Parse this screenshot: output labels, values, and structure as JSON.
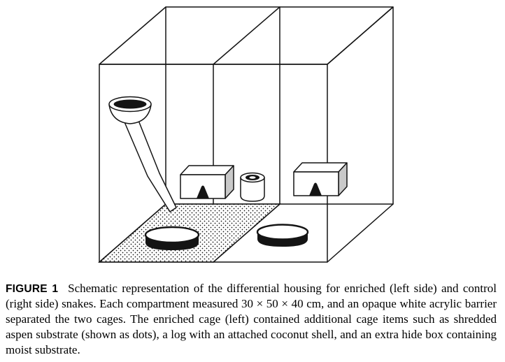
{
  "figure": {
    "label": "FIGURE 1",
    "caption": "Schematic representation of the differential housing for enriched (left side) and control (right side) snakes. Each compartment measured 30 × 50 × 40 cm, and an opaque white acrylic barrier separated the two cages. The enriched cage (left) contained additional cage items such as shredded aspen substrate (shown as dots), a log with an attached coconut shell, and an extra hide box containing moist substrate."
  },
  "diagram": {
    "description": "Two-compartment snake cage schematic: enriched compartment (left) with dotted aspen substrate floor, log with attached coconut shell, hide box, moist-substrate container and water dish; control compartment (right) with hide box and water dish; transparent wireframe cage with central barrier.",
    "colors": {
      "line": "#141414",
      "shade": "#c9c9c9",
      "fill": "#ffffff",
      "background": "#ffffff"
    },
    "components": [
      "enriched compartment (left)",
      "control compartment (right)",
      "acrylic barrier",
      "aspen substrate (dots)",
      "log with coconut shell",
      "hide box (enriched)",
      "moist substrate container",
      "water dish (enriched)",
      "hide box (control)",
      "water dish (control)"
    ]
  }
}
